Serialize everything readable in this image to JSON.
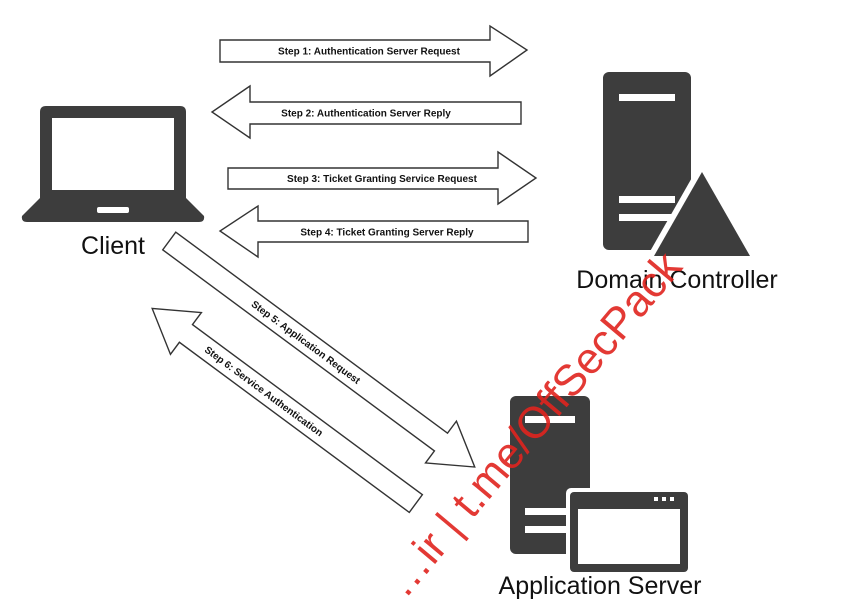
{
  "nodes": {
    "client": "Client",
    "domain_controller": "Domain Controller",
    "application_server": "Application Server"
  },
  "steps": [
    "Step 1: Authentication Server Request",
    "Step 2: Authentication Server Reply",
    "Step 3: Ticket Granting Service Request",
    "Step 4: Ticket Granting Server Reply",
    "Step 5: Application Request",
    "Step 6: Service Authentication"
  ],
  "watermark": "…ir | t.me/OffSecPack",
  "colors": {
    "icon": "#3d3d3d",
    "arrow_stroke": "#333333",
    "watermark": "#e0241f"
  },
  "icons": [
    "laptop-icon",
    "server-icon",
    "warning-triangle-icon",
    "server-icon",
    "app-window-icon"
  ]
}
